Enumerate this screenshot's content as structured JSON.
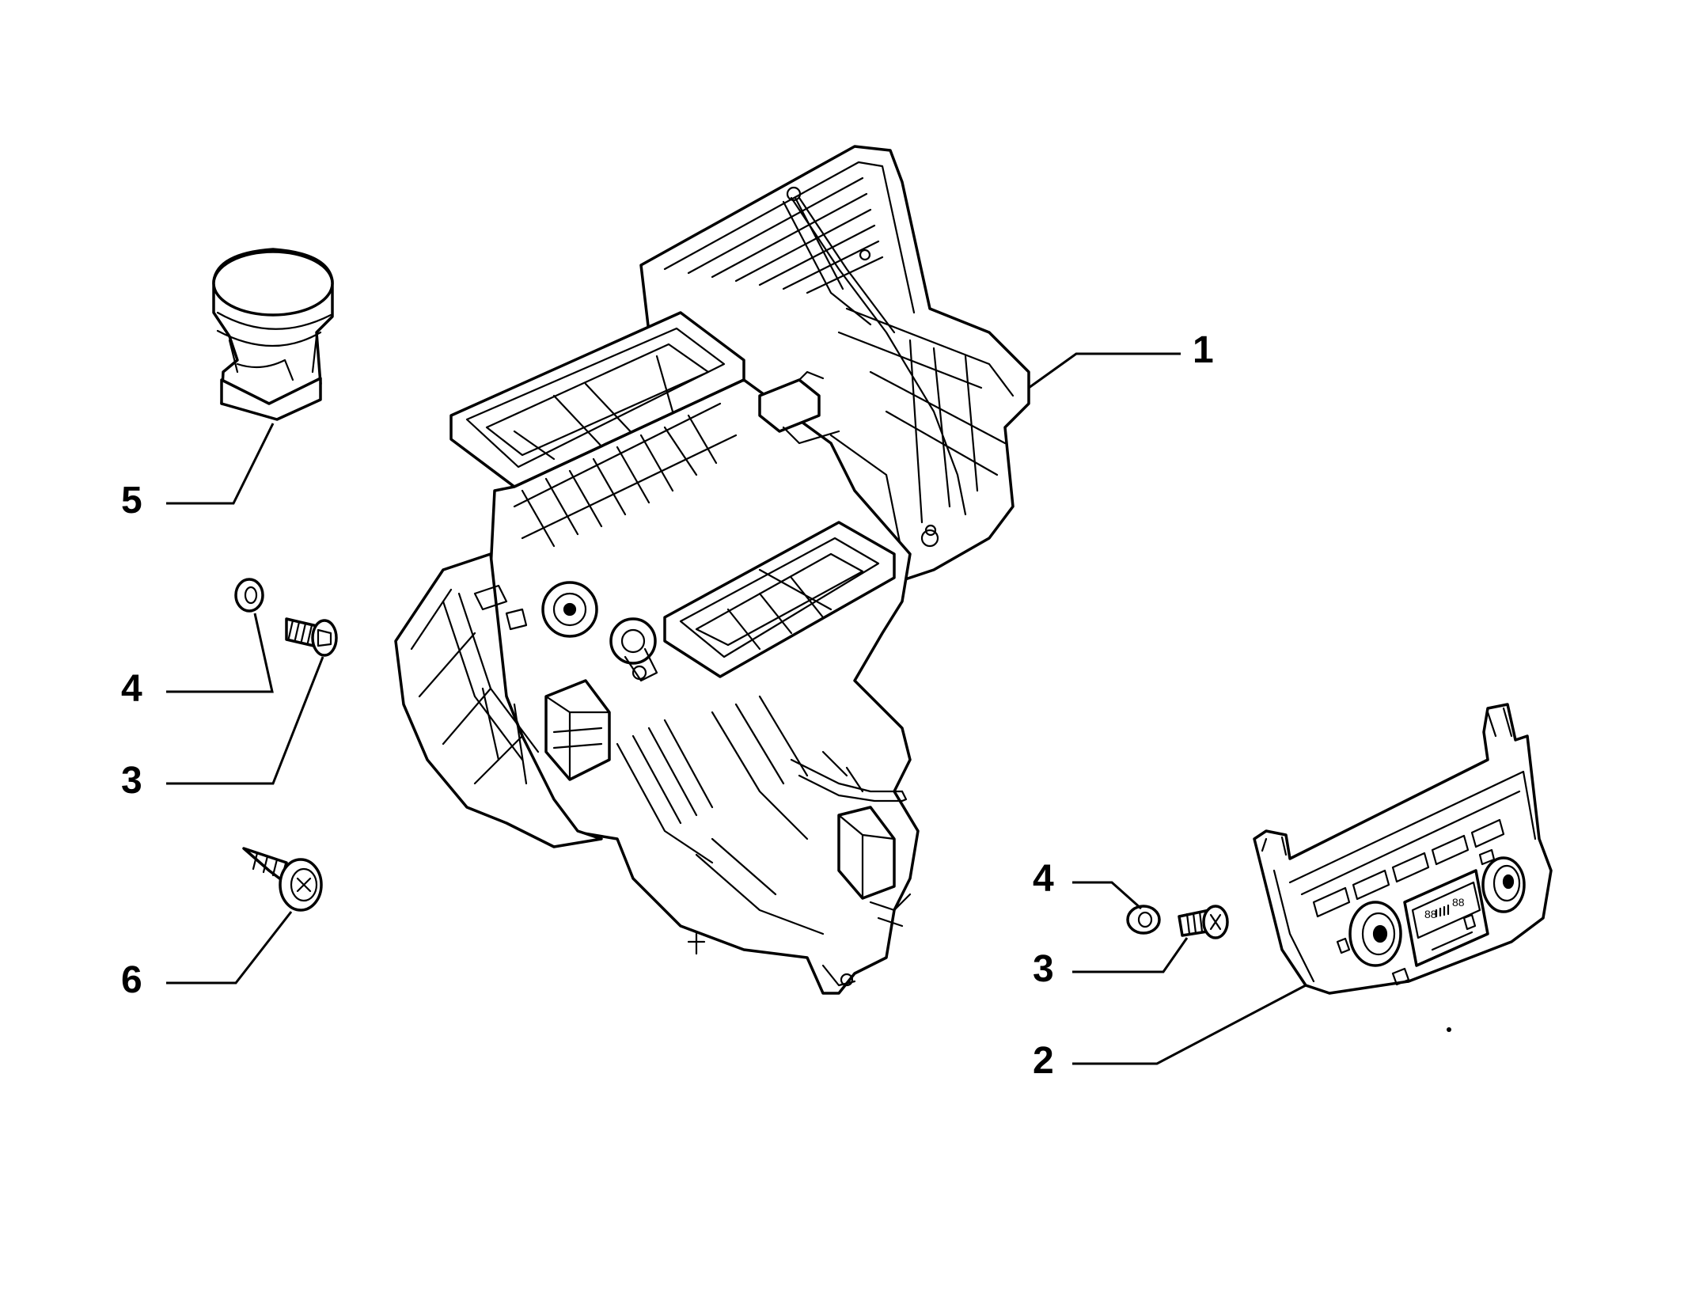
{
  "callouts": [
    {
      "id": "c1",
      "label": "1"
    },
    {
      "id": "c2",
      "label": "2"
    },
    {
      "id": "c3a",
      "label": "3"
    },
    {
      "id": "c3b",
      "label": "3"
    },
    {
      "id": "c4a",
      "label": "4"
    },
    {
      "id": "c4b",
      "label": "4"
    },
    {
      "id": "c5",
      "label": "5"
    },
    {
      "id": "c6",
      "label": "6"
    }
  ],
  "parts": [
    {
      "ref": "1",
      "icon": "hvac-unit-icon"
    },
    {
      "ref": "2",
      "icon": "climate-control-panel-icon"
    },
    {
      "ref": "3",
      "icon": "bolt-icon"
    },
    {
      "ref": "4",
      "icon": "washer-icon"
    },
    {
      "ref": "5",
      "icon": "actuator-icon"
    },
    {
      "ref": "6",
      "icon": "self-tapping-screw-icon"
    }
  ],
  "colors": {
    "line": "#000000",
    "background": "#ffffff"
  }
}
